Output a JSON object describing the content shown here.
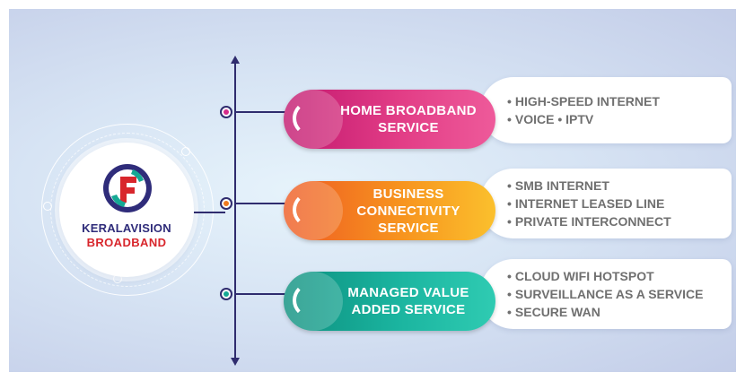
{
  "logo": {
    "line1": "KERALAVISION",
    "line2": "BROADBAND",
    "mark_colors": [
      "#2f2c7a",
      "#d8262c",
      "#16a894"
    ]
  },
  "services": [
    {
      "title": "HOME BROADBAND SERVICE",
      "title_lines": [
        "HOME BROADBAND",
        "SERVICE"
      ],
      "color": "#d62a8a",
      "items": [
        "HIGH-SPEED INTERNET",
        "VOICE • IPTV"
      ]
    },
    {
      "title": "BUSINESS CONNECTIVITY SERVICE",
      "title_lines": [
        "BUSINESS",
        "CONNECTIVITY SERVICE"
      ],
      "color": "#f07a1f",
      "items": [
        "SMB INTERNET",
        "INTERNET LEASED LINE",
        "PRIVATE INTERCONNECT"
      ]
    },
    {
      "title": "MANAGED VALUE ADDED SERVICE",
      "title_lines": [
        "MANAGED VALUE",
        "ADDED SERVICE"
      ],
      "color": "#16a894",
      "items": [
        "CLOUD WIFI HOTSPOT",
        "SURVEILLANCE AS A SERVICE",
        "SECURE WAN"
      ]
    }
  ],
  "bullet": "•",
  "colors": {
    "line": "#2f2c6e",
    "text_gray": "#707070"
  }
}
